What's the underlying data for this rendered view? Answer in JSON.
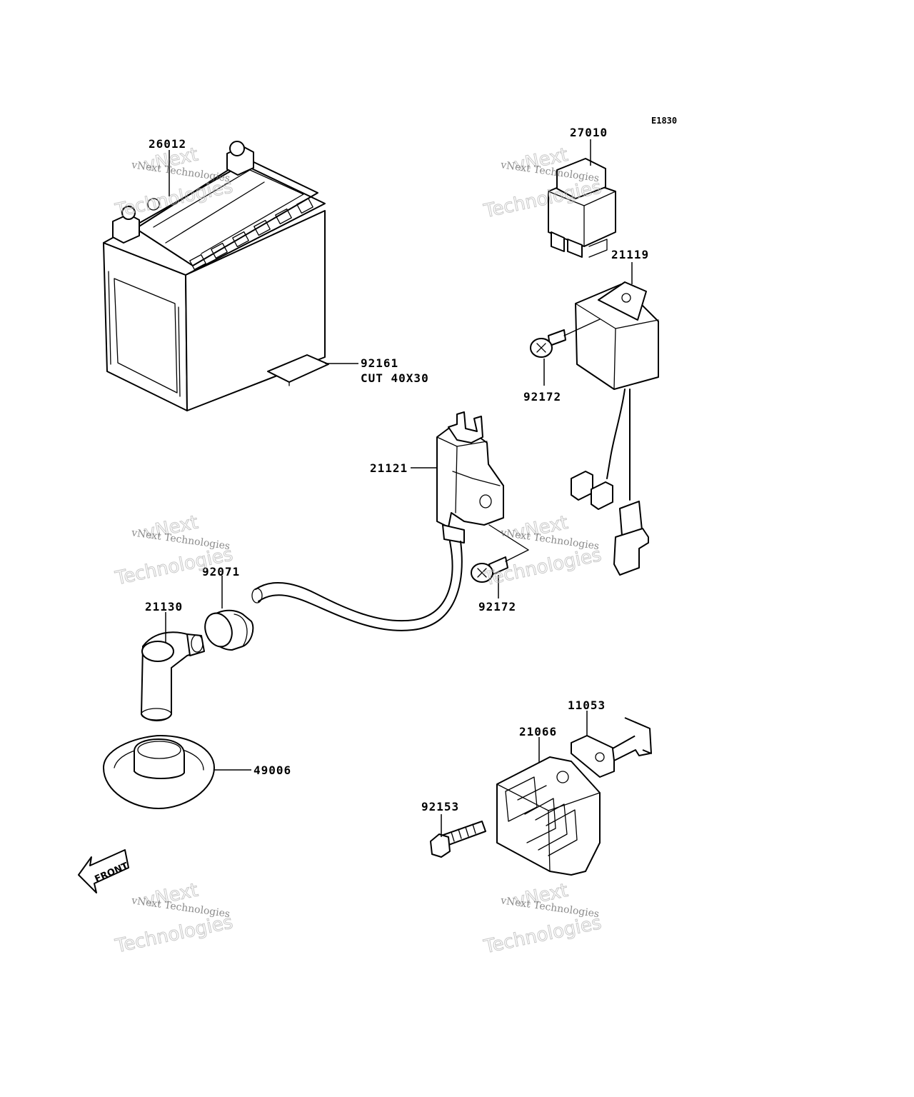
{
  "diagram_code": "E1830",
  "front_label": "FRONT",
  "watermark": {
    "line1": "vNext Technologies",
    "line2": "vNext",
    "line3": "Technologies"
  },
  "parts": [
    {
      "id": "26012",
      "label": "26012"
    },
    {
      "id": "27010",
      "label": "27010"
    },
    {
      "id": "21119",
      "label": "21119"
    },
    {
      "id": "92161",
      "label": "92161",
      "note": "CUT 40X30"
    },
    {
      "id": "92172-a",
      "label": "92172"
    },
    {
      "id": "21121",
      "label": "21121"
    },
    {
      "id": "92071",
      "label": "92071"
    },
    {
      "id": "21130",
      "label": "21130"
    },
    {
      "id": "92172-b",
      "label": "92172"
    },
    {
      "id": "49006",
      "label": "49006"
    },
    {
      "id": "11053",
      "label": "11053"
    },
    {
      "id": "21066",
      "label": "21066"
    },
    {
      "id": "92153",
      "label": "92153"
    }
  ]
}
